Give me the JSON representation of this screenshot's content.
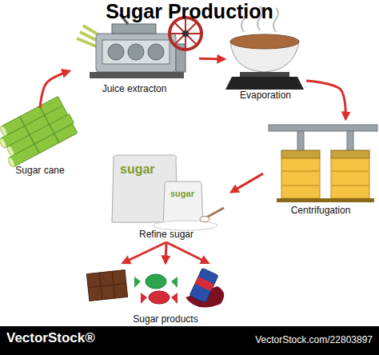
{
  "diagram": {
    "title": "Sugar Production",
    "nodes": [
      {
        "text": [
          "Sugar cane"
        ]
      },
      {
        "text": [
          "Juice extracton"
        ]
      },
      {
        "text": [
          "Evaporation"
        ]
      },
      {
        "text": [
          "Centrifugation"
        ]
      },
      {
        "text": [
          "Refine sugar"
        ]
      },
      {
        "text": [
          "Sugar products"
        ]
      }
    ],
    "edges": [
      {
        "from": 0,
        "to": 1,
        "arrow": "to"
      },
      {
        "from": 1,
        "to": 2,
        "arrow": "to"
      },
      {
        "from": 2,
        "to": 3,
        "arrow": "to"
      },
      {
        "from": 3,
        "to": 4,
        "arrow": "to"
      },
      {
        "from": 4,
        "to": 5,
        "arrow": "to"
      }
    ],
    "labels": [
      "sugar",
      "sugar",
      "VectorStock®",
      "VectorStock.com/22803897"
    ]
  }
}
